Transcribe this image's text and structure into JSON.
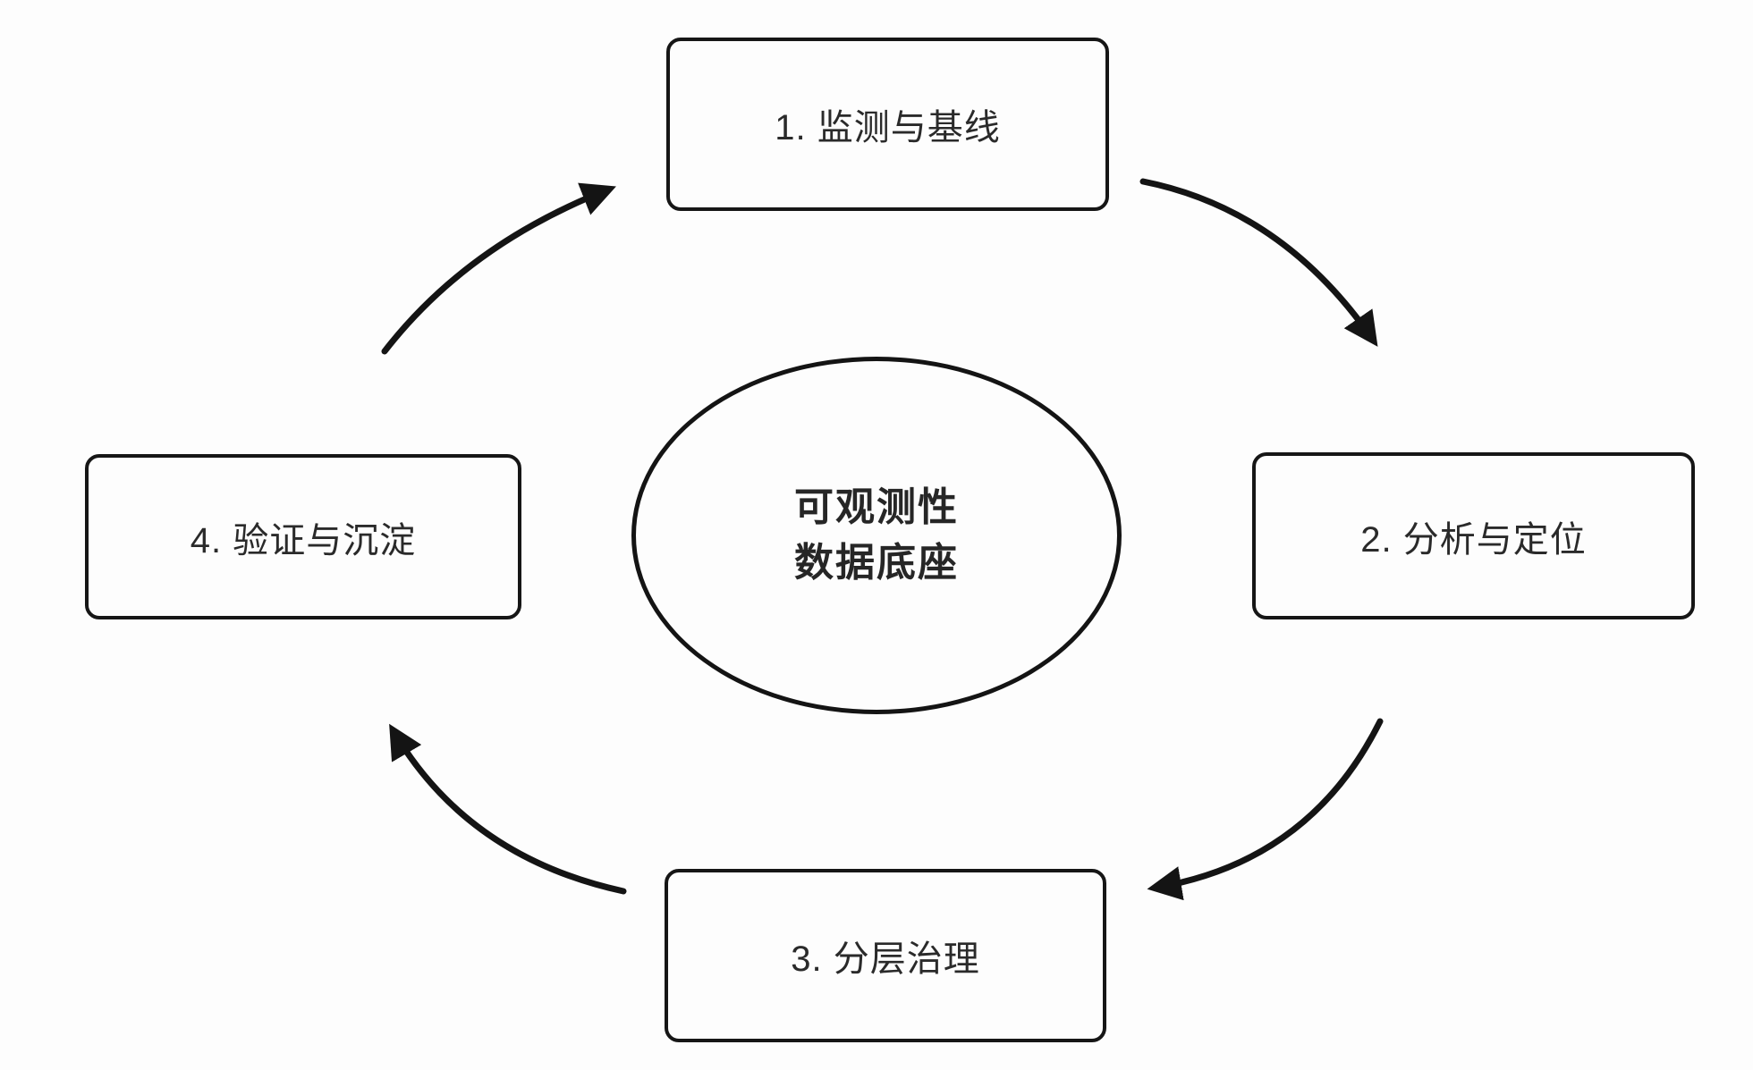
{
  "page": {
    "background_color": "#fdfdfd",
    "stroke_color": "#161616",
    "text_color": "#2a2a2a"
  },
  "diagram": {
    "type": "cycle",
    "direction": "clockwise",
    "flow": "1 → 2 → 3 → 4 → 1",
    "center": {
      "shape": "ellipse",
      "line1": "可观测性",
      "line2": "数据底座"
    },
    "nodes": [
      {
        "id": "1",
        "label": "1. 监测与基线",
        "position": "top"
      },
      {
        "id": "2",
        "label": "2. 分析与定位",
        "position": "right"
      },
      {
        "id": "3",
        "label": "3. 分层治理",
        "position": "bottom"
      },
      {
        "id": "4",
        "label": "4. 验证与沉淀",
        "position": "left"
      }
    ],
    "arrows": [
      {
        "from": "4",
        "to": "1",
        "quadrant": "upper-left"
      },
      {
        "from": "1",
        "to": "2",
        "quadrant": "upper-right"
      },
      {
        "from": "2",
        "to": "3",
        "quadrant": "lower-right"
      },
      {
        "from": "3",
        "to": "4",
        "quadrant": "lower-left"
      }
    ]
  }
}
